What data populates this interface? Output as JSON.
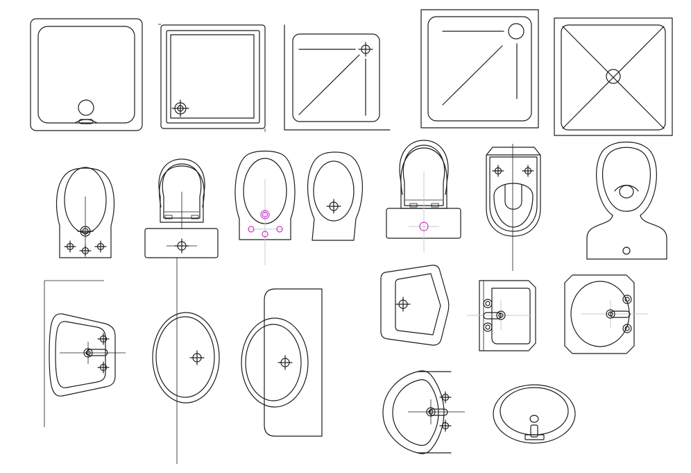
{
  "colors": {
    "background": "#ffffff",
    "line": "#1a1a1a",
    "centerline": "#c8c8c8",
    "highlight": "#cc33cc"
  },
  "symbols": [
    {
      "name": "shower-tray-rounded-drain-bottom"
    },
    {
      "name": "shower-tray-square-corner-drain"
    },
    {
      "name": "shower-tray-corner-drain-diagonal"
    },
    {
      "name": "shower-tray-large-corner-drain"
    },
    {
      "name": "shower-tray-center-drain-x"
    },
    {
      "name": "bidet-front-view"
    },
    {
      "name": "toilet-with-cistern"
    },
    {
      "name": "bidet-highlighted-fixings"
    },
    {
      "name": "toilet-bowl-oval"
    },
    {
      "name": "toilet-with-cistern-highlighted"
    },
    {
      "name": "toilet-wall-hung-plan"
    },
    {
      "name": "urinal-wall"
    },
    {
      "name": "washbasin-trapezoid"
    },
    {
      "name": "washbasin-oval"
    },
    {
      "name": "washbasin-wall-counter"
    },
    {
      "name": "washbasin-pentagon"
    },
    {
      "name": "washbasin-square-vanity"
    },
    {
      "name": "washbasin-octagon-counter"
    },
    {
      "name": "washbasin-half-round"
    },
    {
      "name": "washbasin-oval-countertop"
    }
  ]
}
